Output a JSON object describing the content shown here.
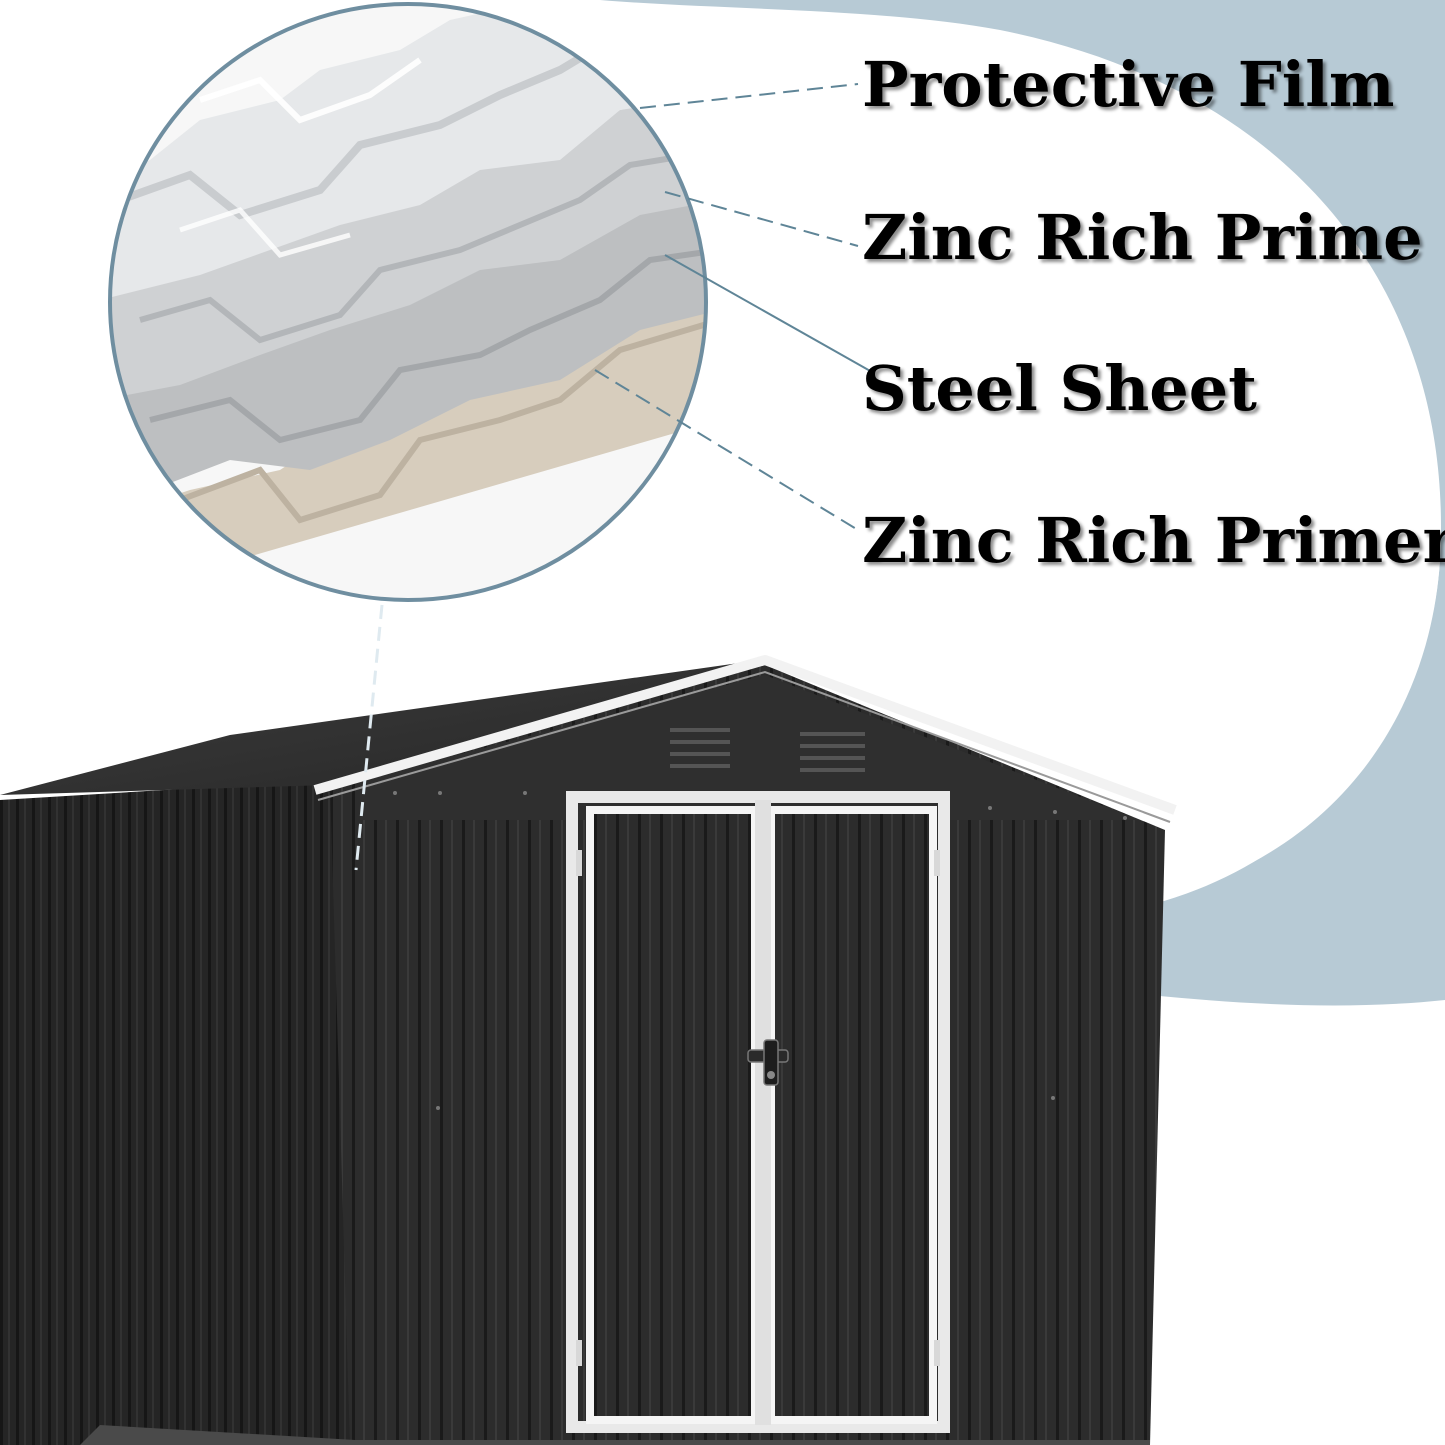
{
  "layers": [
    {
      "id": "protective-film",
      "label": "Protective Film"
    },
    {
      "id": "zinc-rich-prime",
      "label": "Zinc Rich Prime"
    },
    {
      "id": "steel-sheet",
      "label": "Steel Sheet"
    },
    {
      "id": "zinc-rich-primer",
      "label": "Zinc Rich Primer"
    }
  ],
  "colors": {
    "background_shape": "#b7cad5",
    "circle_border": "#6f8ea0",
    "leader_line": "#5f8597",
    "shed_body": "#2b2b2b",
    "shed_trim": "#f2f2f2",
    "film_layer": "#e6e8ea",
    "prime_layer": "#cfd1d3",
    "steel_layer": "#bdbfc1",
    "primer_layer": "#d7cdbd"
  }
}
